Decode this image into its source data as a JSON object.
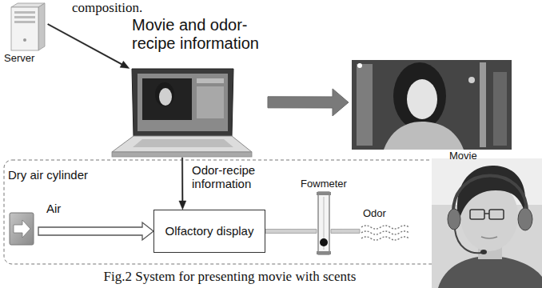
{
  "diagram": {
    "caption": "Fig.2 System for presenting movie with scents",
    "nodes": [
      {
        "text": [
          "Server"
        ]
      },
      {
        "text": [
          "Movie and odor-recipe information"
        ]
      },
      {
        "text": [
          "Movie"
        ]
      },
      {
        "text": [
          "Dry air cylinder"
        ]
      },
      {
        "text": [
          "Olfactory display"
        ]
      },
      {
        "text": [
          "Fowmeter"
        ]
      },
      {
        "text": [
          "Odor"
        ]
      }
    ],
    "edges": [
      {
        "from": 0,
        "to": 1,
        "arrow": "to"
      },
      {
        "from": 1,
        "to": 2,
        "arrow": "to"
      },
      {
        "from": 1,
        "to": 4,
        "label": "Odor-recipe information",
        "arrow": "to"
      },
      {
        "from": 3,
        "to": 4,
        "label": "Air",
        "arrow": "to"
      },
      {
        "from": 4,
        "to": 5,
        "arrow": "none"
      },
      {
        "from": 5,
        "to": 6,
        "arrow": "none"
      }
    ],
    "labels": [
      "composition."
    ]
  }
}
